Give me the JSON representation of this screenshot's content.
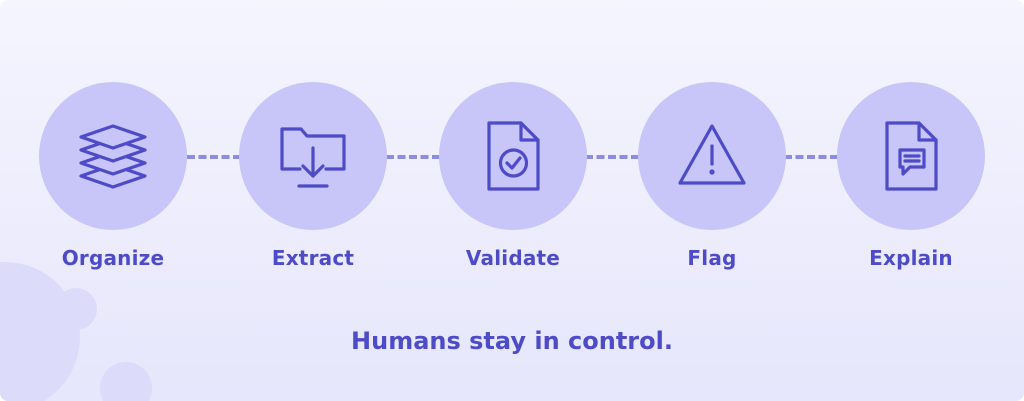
{
  "colors": {
    "accent": "#4e4bc7",
    "circle_fill": "#c8c5f8",
    "connector": "#8e8be2",
    "background_top": "#f5f5fe",
    "background_bottom": "#e6e6fc"
  },
  "steps": [
    {
      "label": "Organize",
      "icon": "layers-icon"
    },
    {
      "label": "Extract",
      "icon": "folder-download-icon"
    },
    {
      "label": "Validate",
      "icon": "document-check-icon"
    },
    {
      "label": "Flag",
      "icon": "warning-triangle-icon"
    },
    {
      "label": "Explain",
      "icon": "document-comment-icon"
    }
  ],
  "tagline": "Humans stay in control."
}
